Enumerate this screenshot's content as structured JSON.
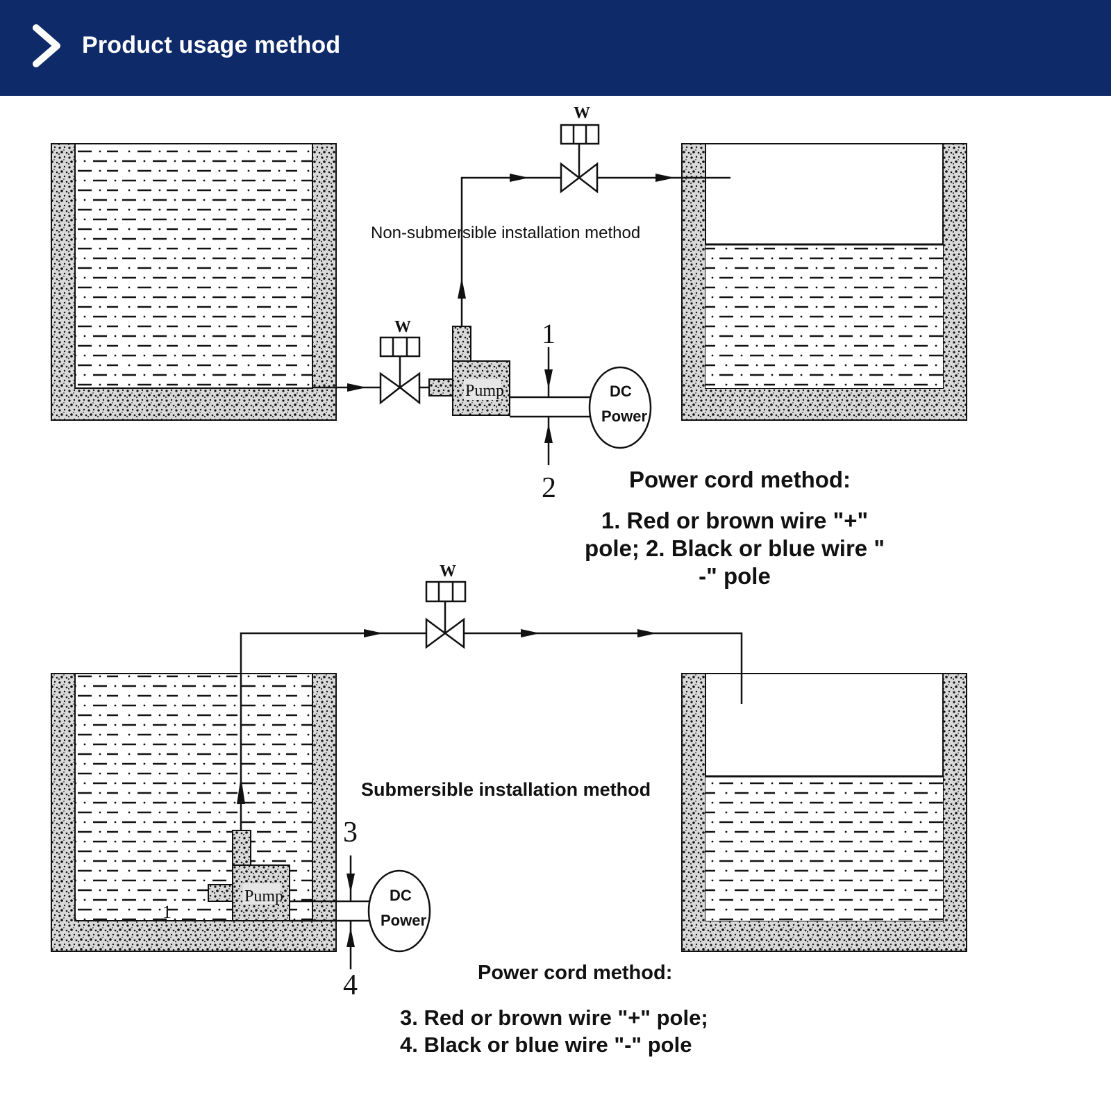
{
  "header": {
    "title": "Product usage method",
    "bg_color": "#0f2a68",
    "icon": "chevron-right-icon"
  },
  "top_diagram": {
    "method_label": "Non-submersible installation method",
    "valve_labels": [
      "W",
      "W"
    ],
    "pump_label": "Pump",
    "power_label_line1": "DC",
    "power_label_line2": "Power",
    "wire_numbers": [
      "1",
      "2"
    ]
  },
  "bottom_diagram": {
    "method_label": "Submersible installation method",
    "valve_label": "W",
    "pump_label": "Pump",
    "power_label_line1": "DC",
    "power_label_line2": "Power",
    "wire_numbers": [
      "3",
      "4"
    ],
    "tank_mark": "1"
  },
  "power_cord_top": {
    "title": "Power cord method:",
    "text": "1. Red or brown wire \"+\" pole; 2. Black or blue wire \" -\" pole"
  },
  "power_cord_bottom": {
    "title": "Power cord method:",
    "text": "3. Red or brown wire \"+\" pole; 4. Black or blue wire \"-\" pole"
  }
}
